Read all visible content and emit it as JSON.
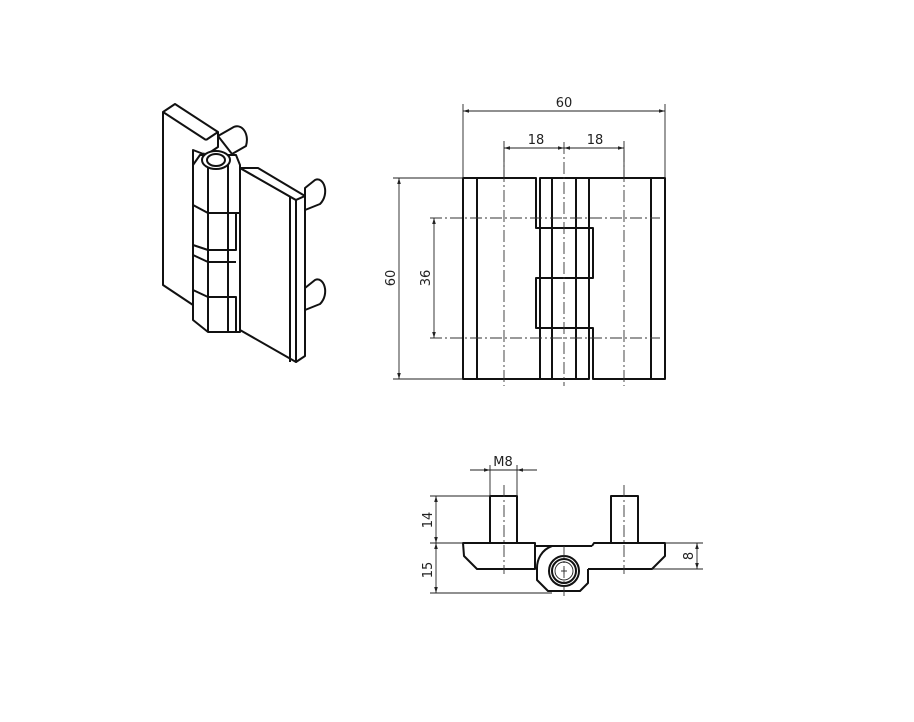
{
  "drawing": {
    "subject": "Hinge technical drawing",
    "views": {
      "isometric": {
        "label": "isometric-view"
      },
      "front": {
        "label": "front-view",
        "dimensions": {
          "overall_width": "60",
          "left_offset": "18",
          "right_offset": "18",
          "overall_height": "60",
          "hole_spacing": "36"
        }
      },
      "bottom": {
        "label": "top-view",
        "dimensions": {
          "thread": "M8",
          "stud_length": "14",
          "body_height": "15",
          "leaf_thickness": "8"
        }
      }
    }
  }
}
